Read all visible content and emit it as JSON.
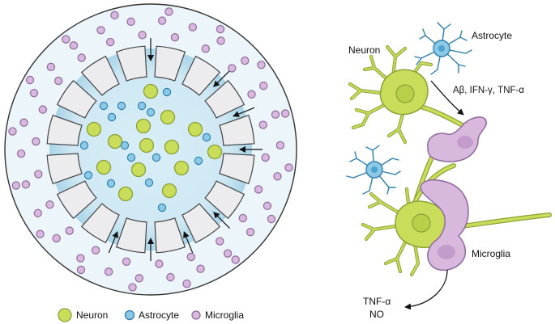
{
  "legend": {
    "neuron": "Neuron",
    "astrocyte": "Astrocyte",
    "microglia": "Microglia"
  },
  "labels": {
    "neuron": "Neuron",
    "astrocyte": "Astrocyte",
    "cytokines": "Aβ, IFN-γ, TNF-α",
    "microglia": "Microglia",
    "output_line1": "TNF-α",
    "output_line2": "NO"
  },
  "colors": {
    "neuron_fill": "#c9dd5a",
    "neuron_stroke": "#8aa236",
    "astrocyte_fill": "#8cc9e6",
    "astrocyte_stroke": "#2d7fae",
    "microglia_fill": "#d8b8dc",
    "microglia_stroke": "#8f6a9c",
    "outer_disc": "#ebf5fa",
    "inner_glow": "#bfe0ee",
    "chamber_fill": "#ececef",
    "chamber_stroke": "#444444"
  }
}
